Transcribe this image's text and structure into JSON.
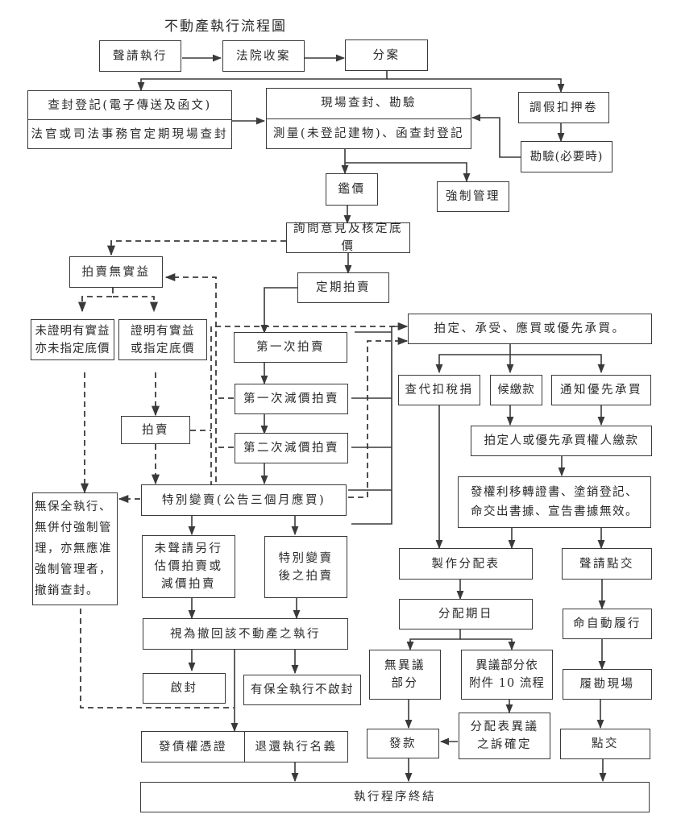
{
  "title": "不動產執行流程圖",
  "nodes": {
    "apply_execution": "聲請執行",
    "court_receive": "法院收案",
    "assign_case": "分案",
    "seal_registration": "查封登記(電子傳送及函文)",
    "judge_periodic_seal": "法官或司法事務官定期現場查封",
    "onsite_seal": "現場查封、勘驗",
    "survey": "測量(未登記建物)、函查封登記",
    "borrow_file": "調假扣押卷",
    "inspect_if_needed": "勘驗(必要時)",
    "appraisal": "鑑價",
    "compulsory_management": "強制管理",
    "consult_reserve": "詢問意見及核定底價",
    "no_benefit": "拍賣無實益",
    "periodic_auction": "定期拍賣",
    "not_proven": "未證明有實益\n亦未指定底價",
    "proven": "證明有實益\n或指定底價",
    "first_auction": "第一次拍賣",
    "first_reduced": "第一次減價拍賣",
    "auction": "拍賣",
    "second_reduced": "第二次減價拍賣",
    "special_sale": "特別變賣(公告三個月應買)",
    "revoke_seal": "無保全執行、\n無併付強制管\n理，亦無應准\n強制管理者，\n撤銷查封。",
    "no_reappraisal": "未聲請另行\n估價拍賣或\n減價拍賣",
    "post_special_auction": "特別變賣\n後之拍賣",
    "deemed_withdrawn": "視為撤回該不動產之執行",
    "unseal": "啟封",
    "preserve_no_unseal": "有保全執行不啟封",
    "issue_certificate": "發債權憑證",
    "return_title": "退還執行名義",
    "sold": "拍定、承受、應買或優先承買。",
    "check_tax": "查代扣稅捐",
    "await_payment": "候繳款",
    "notify_preemption": "通知優先承買",
    "buyer_pays": "拍定人或優先承買權人繳款",
    "issue_transfer_cert": "發權利移轉證書、塗銷登記、\n命交出書據、宣告書據無效。",
    "make_distribution": "製作分配表",
    "apply_delivery": "聲請點交",
    "distribution_date": "分配期日",
    "order_self_perform": "命自動履行",
    "no_objection": "無異議\n部分",
    "objection_part": "異議部分依\n附件 10 流程",
    "enforce_onsite": "履勘現場",
    "payout": "發款",
    "objection_suit": "分配表異議\n之訴確定",
    "delivery": "點交",
    "execution_end": "執行程序終結"
  },
  "colors": {
    "line": "#3a3a3a",
    "background": "#ffffff"
  }
}
